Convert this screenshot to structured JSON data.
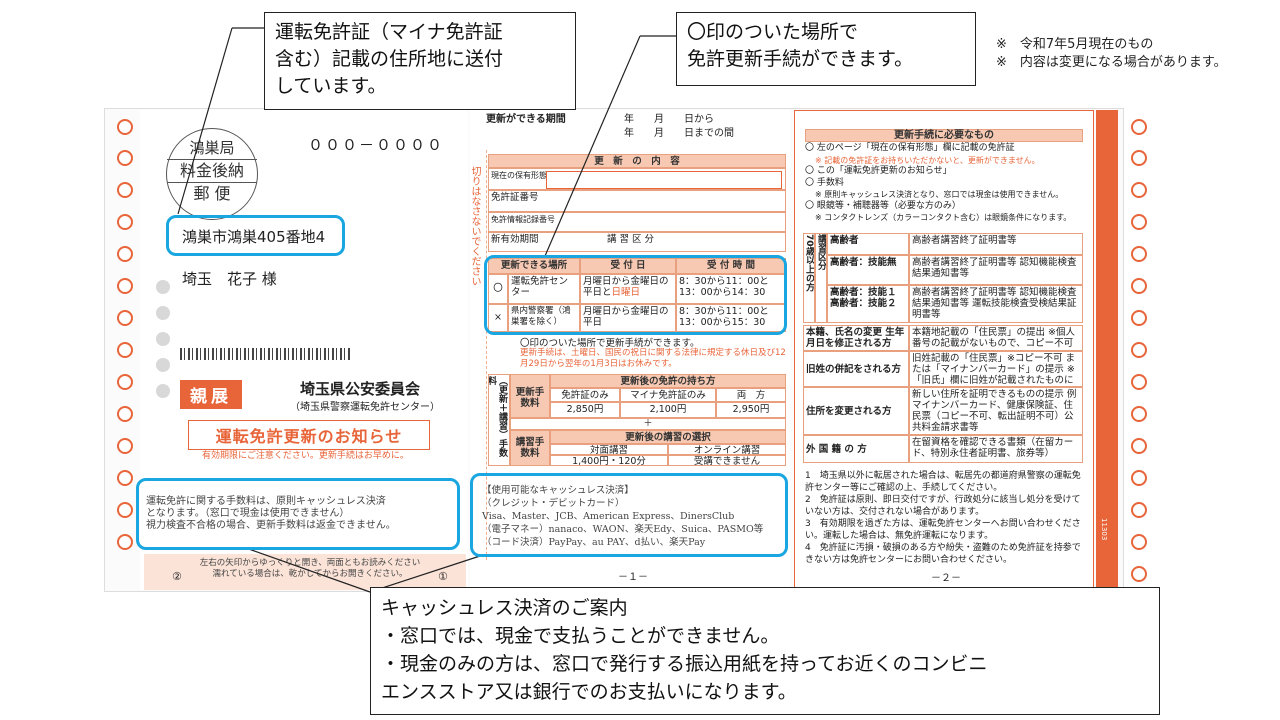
{
  "notes": {
    "line1": "※　令和7年5月現在のもの",
    "line2": "※　内容は変更になる場合があります。"
  },
  "callouts": {
    "address": [
      "運転免許証（マイナ免許証",
      "含む）記載の住所地に送付",
      "しています。"
    ],
    "circle": [
      "〇印のついた場所で",
      "免許更新手続ができます。"
    ],
    "cashless": [
      "キャッシュレス決済のご案内",
      "・窓口では、現金で支払うことができません。",
      "・現金のみの方は、窓口で発行する振込用紙を持ってお近くのコンビニ",
      "エンスストア又は銀行でのお支払いになります。"
    ]
  },
  "left_panel": {
    "stamp": [
      "鴻巣局",
      "料金後納",
      "郵 便"
    ],
    "postal_code": "０００－００００",
    "address": "鴻巣市鴻巣405番地4",
    "recipient": "埼玉　花子 様",
    "confidential": "親展",
    "sender": "埼玉県公安委員会",
    "sender_sub": "（埼玉県警察運転免許センター）",
    "notice_title": "運転免許更新のお知らせ",
    "notice_sub": "有効期限にご注意ください。更新手続はお早めに。",
    "fee_note": [
      "運転免許に関する手数料は、原則キャッシュレス決済",
      "となります。（窓口で現金は使用できません）",
      "視力検査不合格の場合、更新手数料は返金できません。"
    ],
    "open_instr": [
      "左右の矢印からゆっくりと開き、両面ともお読みください",
      "濡れている場合は、乾かしてからお開きください。"
    ],
    "arrow_left": "②",
    "arrow_right": "①"
  },
  "middle_panel": {
    "period_label": "更新ができる期間",
    "period_from": "年　　月　　日から",
    "period_to": "年　　月　　日までの間",
    "cut_text": "切りはなさないでください",
    "section_title": "更　新　の　内　容",
    "row_status": "現在の保有形態",
    "row_license_no": "免許証番号",
    "row_info_no": "免許情報記録番号",
    "row_expiry": "新有効期間",
    "row_course": "講 習 区 分",
    "venue_headers": [
      "更新できる場所",
      "受 付 日",
      "受 付 時 間"
    ],
    "venues": [
      {
        "mark": "〇",
        "place": "運転免許センター",
        "days": "月曜日から金曜日の平日と",
        "days_red": "日曜日",
        "time": "8：30から11：00と13：00から14：30"
      },
      {
        "mark": "×",
        "place": "県内警察署（鴻巣署を除く）",
        "days": "月曜日から金曜日の平日",
        "days_red": "",
        "time": "8：30から11：00と13：00から15：30"
      }
    ],
    "circle_note": "〇印のついた場所で更新手続ができます。",
    "holiday_note": "更新手続は、土曜日、国民の祝日に関する法律に規定する休日及び12月29日から翌年の1月3日はお休みです。",
    "fees_label": "（更新＋講習）手数料",
    "renew_fee_label": "更新手数料",
    "renew_fee_title": "更新後の免許の持ち方",
    "renew_fee_cols": [
      "免許証のみ",
      "マイナ免許証のみ",
      "両　方"
    ],
    "renew_fee_vals": [
      "2,850円",
      "2,100円",
      "2,950円"
    ],
    "plus": "＋",
    "course_fee_label": "講習手数料",
    "course_fee_title": "更新後の講習の選択",
    "course_fee_cols": [
      "対面講習",
      "オンライン講習"
    ],
    "course_fee_vals": [
      "1,400円・120分",
      "受講できません"
    ],
    "cashless_title": "【使用可能なキャッシュレス決済】",
    "cashless_lines": [
      "（クレジット・デビットカード）",
      "Visa、Master、JCB、American Express、DinersClub",
      "（電子マネー）nanaco、WAON、楽天Edy、Suica、PASMO等",
      "（コード決済）PayPay、au PAY、d払い、楽天Pay"
    ],
    "page_num": "－１－"
  },
  "right_panel": {
    "title": "更新手続に必要なもの",
    "items": [
      {
        "text": "〇 左のページ「現在の保有形態」欄に記載の免許証",
        "sub": "※ 記載の免許証をお持ちいただかないと、更新ができません。"
      },
      {
        "text": "〇 この「運転免許更新のお知らせ」",
        "sub": ""
      },
      {
        "text": "〇 手数料",
        "sub": "※ 原則キャッシュレス決済となり、窓口では現金は使用できません。"
      },
      {
        "text": "〇 眼鏡等・補聴器等（必要な方のみ）",
        "sub": "※ コンタクトレンズ（カラーコンタクト含む）は眼鏡条件になります。"
      }
    ],
    "age_label": "70歳以上の方",
    "course_label": "講習区分",
    "elder_rows": [
      {
        "k": "高齢者",
        "v": "高齢者講習終了証明書等"
      },
      {
        "k": "高齢者：技能無",
        "v": "高齢者講習終了証明書等 認知機能検査結果通知書等"
      },
      {
        "k": "高齢者：技能１ 高齢者：技能２",
        "v": "高齢者講習終了証明書等 認知機能検査結果通知書等 運転技能検査受検結果証明書等"
      }
    ],
    "other_rows": [
      {
        "k": "本籍、氏名の変更 生年月日を修正される方",
        "v": "本籍地記載の「住民票」の提出 ※個人番号の記載がないもので、コピー不可"
      },
      {
        "k": "旧姓の併記をされる方",
        "v": "旧姓記載の「住民票」※コピー不可 または「マイナンバーカード」の提示 ※「旧氏」欄に旧姓が記載されたものに限る。"
      },
      {
        "k": "住所を変更される方",
        "v": "新しい住所を証明できるものの提示 例　マイナンバーカード、健康保険証、住民票（コピー不可、転出証明不可）公共料金請求書等"
      },
      {
        "k": "外 国 籍 の 方",
        "v": "在留資格を確認できる書類（在留カード、特別永住者証明書、旅券等）"
      }
    ],
    "footnotes": [
      "1　埼玉県以外に転居された場合は、転居先の都道府県警察の運転免許センター等にご確認の上、手続してください。",
      "2　免許証は原則、即日交付ですが、行政処分に該当し処分を受けていない方は、交付されない場合があります。",
      "3　有効期限を過ぎた方は、運転免許センターへお問い合わせください。運転した場合は、無免許運転になります。",
      "4　免許証に汚損・破損のある方や紛失・盗難のため免許証を持参できない方は免許センターにお問い合わせください。"
    ],
    "page_num": "－２－",
    "side_code": "11303"
  },
  "colors": {
    "accent": "#e8653a",
    "highlight": "#1aa6e0",
    "header_fill": "#f7c9b3"
  }
}
